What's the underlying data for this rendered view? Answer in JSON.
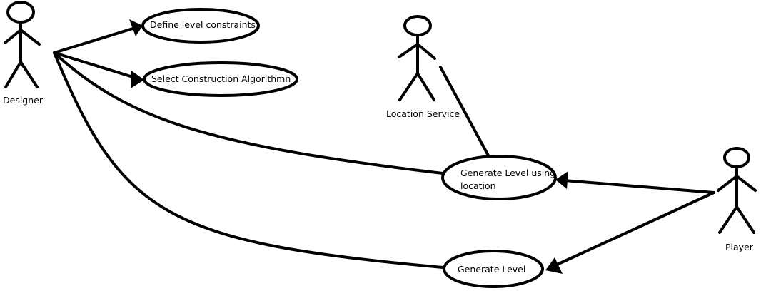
{
  "actors": {
    "designer": {
      "name": "Designer"
    },
    "location_service": {
      "name": "Location Service"
    },
    "player": {
      "name": "Player"
    }
  },
  "use_cases": {
    "define_level_constraints": {
      "label": "Define level constraints"
    },
    "select_construction_algorithm": {
      "label": "Select Construction Algorithmn"
    },
    "generate_level_using_location": {
      "line1": "Generate Level using",
      "line2": "location"
    },
    "generate_level": {
      "label": "Generate Level"
    }
  },
  "colors": {
    "stroke": "#000000",
    "background": "#ffffff"
  }
}
